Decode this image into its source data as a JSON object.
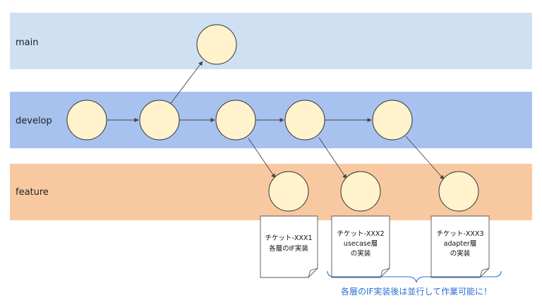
{
  "lanes": [
    {
      "label": "main",
      "color": "#cfe0f3"
    },
    {
      "label": "develop",
      "color": "#a7c2ee"
    },
    {
      "label": "feature",
      "color": "#f8c9a1"
    }
  ],
  "commit_fill": "#fff2cc",
  "commit_stroke": "#333333",
  "notes": [
    {
      "lines": [
        "チケット-XXX1",
        "各層のIF実装"
      ]
    },
    {
      "lines": [
        "チケット-XXX2",
        "usecase層",
        "の実装"
      ]
    },
    {
      "lines": [
        "チケット-XXX3",
        "adapter層",
        "の実装"
      ]
    }
  ],
  "caption": "各層のIF実装後は並行して作業可能に！",
  "caption_color": "#2a6fd1"
}
